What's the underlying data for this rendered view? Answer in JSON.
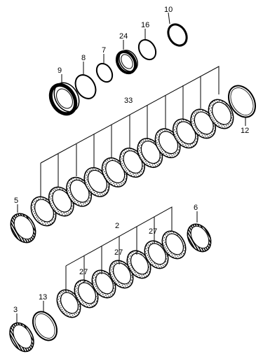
{
  "diagram": {
    "callouts": {
      "n10": "10",
      "n16": "16",
      "n24": "24",
      "n7": "7",
      "n8": "8",
      "n9": "9",
      "n33": "33",
      "n12": "12",
      "n5": "5",
      "n2": "2",
      "n27a": "27",
      "n27b": "27",
      "n27c": "27",
      "n6": "6",
      "n13": "13",
      "n3": "3"
    }
  }
}
